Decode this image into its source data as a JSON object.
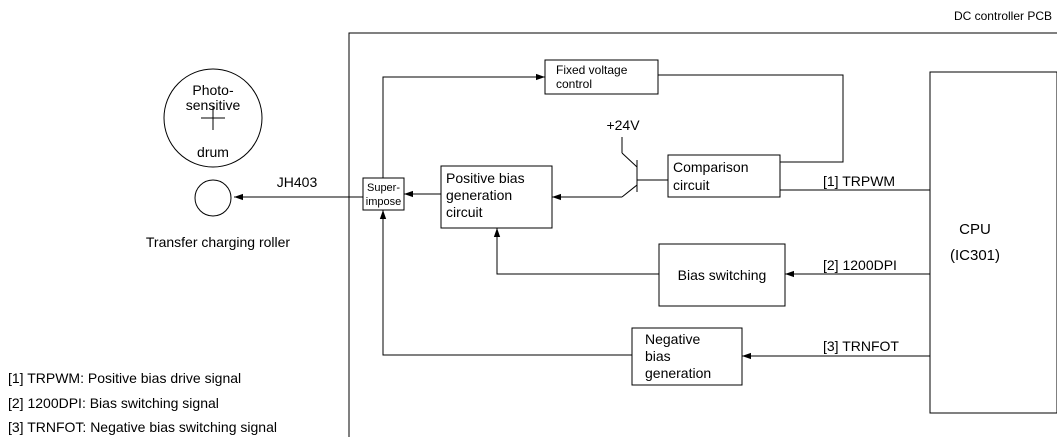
{
  "pcb_label": "DC controller PCB",
  "drum": {
    "line1": "Photo-",
    "line2": "sensitive",
    "line3": "drum"
  },
  "roller_label": "Transfer charging roller",
  "connector": "JH403",
  "superimpose": {
    "line1": "Super-",
    "line2": "impose"
  },
  "fixed_voltage": {
    "line1": "Fixed voltage",
    "line2": "control"
  },
  "voltage_label": "+24V",
  "comparison": {
    "line1": "Comparison",
    "line2": "circuit"
  },
  "positive_bias": {
    "line1": "Positive bias",
    "line2": "generation",
    "line3": "circuit"
  },
  "bias_switching": "Bias switching",
  "negative_bias": {
    "line1": "Negative",
    "line2": "bias",
    "line3": "generation"
  },
  "cpu": {
    "line1": "CPU",
    "line2": "(IC301)"
  },
  "signals": {
    "s1": "[1] TRPWM",
    "s2": "[2] 1200DPI",
    "s3": "[3] TRNFOT"
  },
  "legend": [
    "[1] TRPWM: Positive bias drive signal",
    "[2] 1200DPI: Bias switching signal",
    "[3] TRNFOT: Negative bias switching signal"
  ]
}
